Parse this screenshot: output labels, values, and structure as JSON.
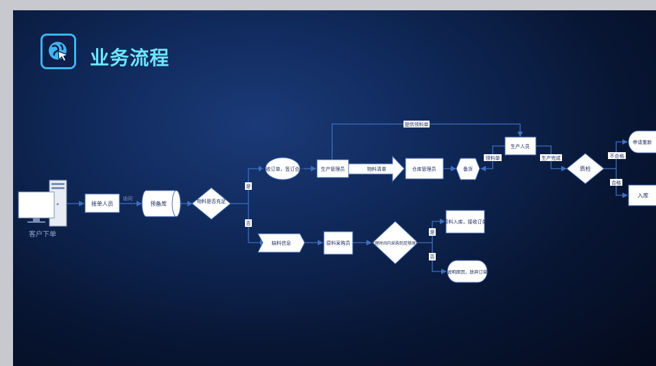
{
  "title": "业务流程",
  "icons": {
    "logo": "globe-cursor-icon",
    "client": "computer-icon"
  },
  "colors": {
    "accent": "#6fe6ff",
    "line": "#3d6fc0",
    "node_fill": "#ffffff",
    "node_stroke": "#4a6fb0"
  },
  "nodes": {
    "client": "客户下单",
    "order_staff": "接单人员",
    "pre_stock": "预备库",
    "material_check": "物料是否充足",
    "receive_contract": "接收订单，签订合同",
    "prod_manager": "生产管理员",
    "material_list": "物料清单",
    "warehouse_manager": "仓库管理员",
    "stocking": "备货",
    "production_staff": "生产人员",
    "quality_check": "质检",
    "reapply": "申请重新",
    "warehouse_in": "入库",
    "shortage_info": "缺料信息",
    "purchaser": "原料采购员",
    "time_check": "合理时间内采购到足够原料",
    "material_in": "原料入库，接收订单",
    "explain_reason": "说明原因，放弃订单"
  },
  "labels": {
    "visit": "访问",
    "yes": "是",
    "no": "否",
    "provide_list": "提供领料单",
    "pick_list": "领料单",
    "prod_done": "生产完成",
    "unqualified": "不合格",
    "qualified": "合格"
  }
}
